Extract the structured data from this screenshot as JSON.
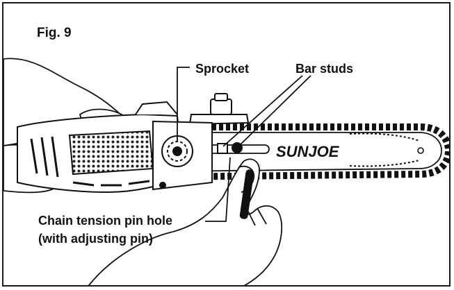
{
  "figure": {
    "label": "Fig. 9",
    "brand": "SUNJOE",
    "callouts": {
      "sprocket": "Sprocket",
      "bar_studs": "Bar studs",
      "pin_hole_line1": "Chain tension pin hole",
      "pin_hole_line2": "(with adjusting pin)"
    }
  }
}
